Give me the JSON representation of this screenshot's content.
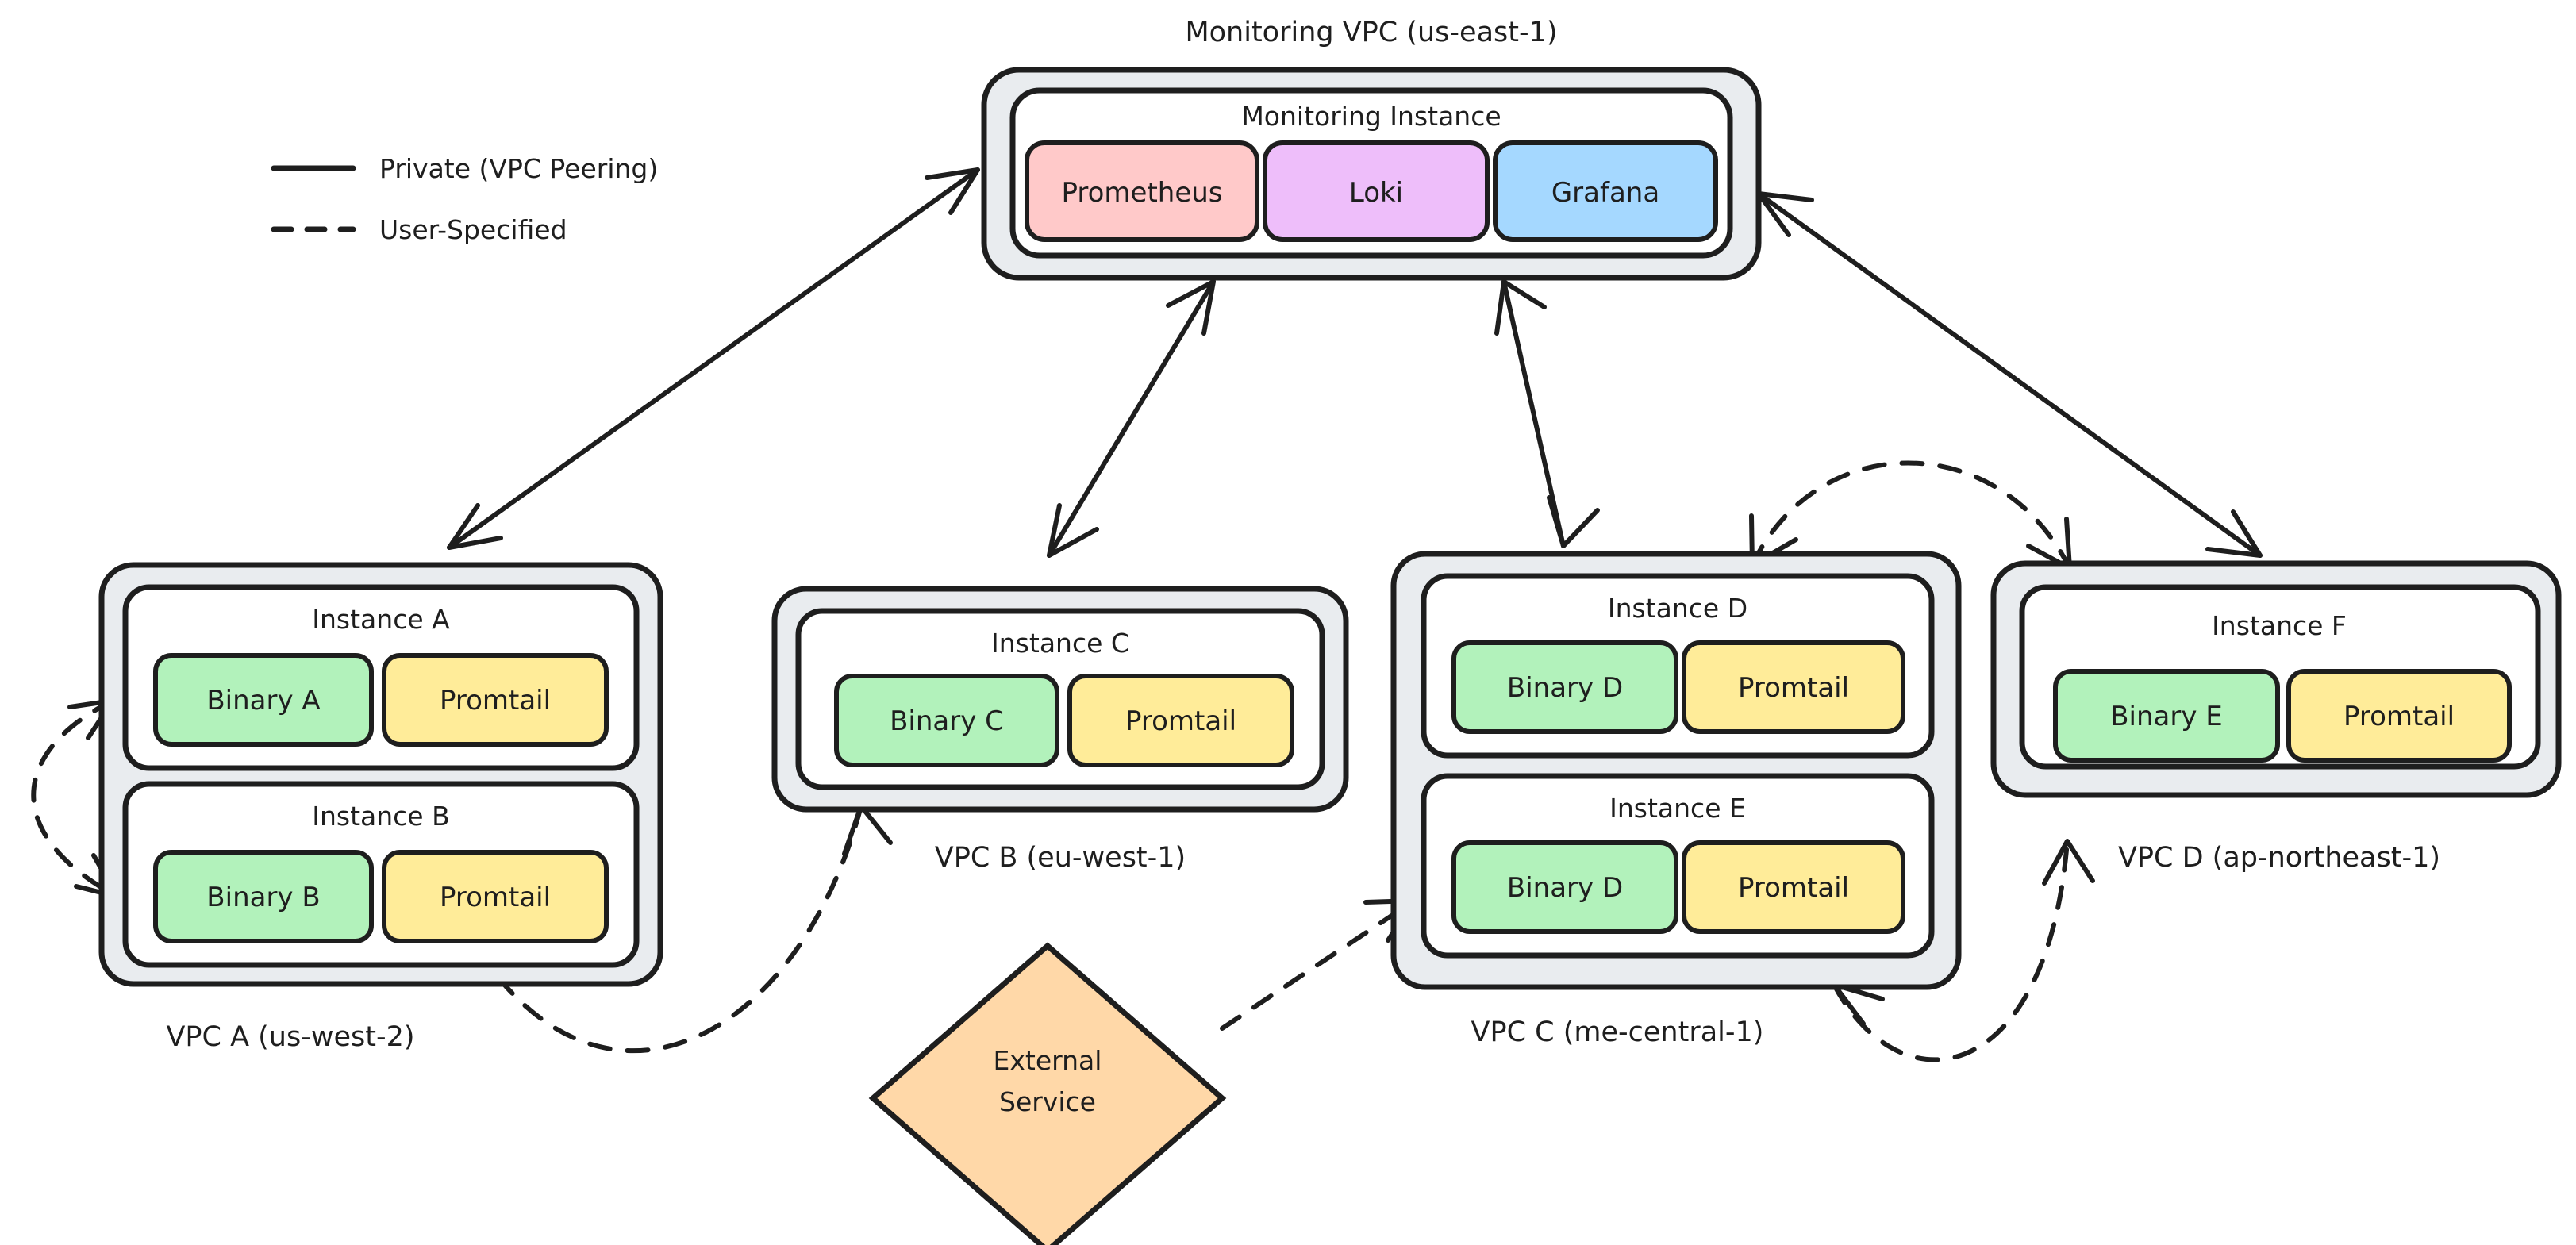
{
  "diagram": {
    "title_monitoring_vpc": "Monitoring VPC (us-east-1)",
    "legend": {
      "items": [
        {
          "style": "solid",
          "label": "Private (VPC Peering)"
        },
        {
          "style": "dashed",
          "label": "User-Specified"
        }
      ]
    },
    "monitoring": {
      "instance_label": "Monitoring Instance",
      "services": [
        {
          "name": "Prometheus",
          "color": "#ffc9c9"
        },
        {
          "name": "Loki",
          "color": "#eebefa"
        },
        {
          "name": "Grafana",
          "color": "#a5d8ff"
        }
      ]
    },
    "vpcs": [
      {
        "id": "vpc-a",
        "label": "VPC A (us-west-2)",
        "instances": [
          {
            "name": "Instance A",
            "chips": [
              {
                "label": "Binary A",
                "color": "#b2f2bb"
              },
              {
                "label": "Promtail",
                "color": "#ffec99"
              }
            ]
          },
          {
            "name": "Instance B",
            "chips": [
              {
                "label": "Binary B",
                "color": "#b2f2bb"
              },
              {
                "label": "Promtail",
                "color": "#ffec99"
              }
            ]
          }
        ]
      },
      {
        "id": "vpc-b",
        "label": "VPC B (eu-west-1)",
        "instances": [
          {
            "name": "Instance C",
            "chips": [
              {
                "label": "Binary C",
                "color": "#b2f2bb"
              },
              {
                "label": "Promtail",
                "color": "#ffec99"
              }
            ]
          }
        ]
      },
      {
        "id": "vpc-c",
        "label": "VPC C (me-central-1)",
        "instances": [
          {
            "name": "Instance D",
            "chips": [
              {
                "label": "Binary D",
                "color": "#b2f2bb"
              },
              {
                "label": "Promtail",
                "color": "#ffec99"
              }
            ]
          },
          {
            "name": "Instance E",
            "chips": [
              {
                "label": "Binary D",
                "color": "#b2f2bb"
              },
              {
                "label": "Promtail",
                "color": "#ffec99"
              }
            ]
          }
        ]
      },
      {
        "id": "vpc-d",
        "label": "VPC D (ap-northeast-1)",
        "instances": [
          {
            "name": "Instance F",
            "chips": [
              {
                "label": "Binary E",
                "color": "#b2f2bb"
              },
              {
                "label": "Promtail",
                "color": "#ffec99"
              }
            ]
          }
        ]
      }
    ],
    "external": {
      "line1": "External",
      "line2": "Service",
      "color": "#ffd8a8"
    },
    "connections": [
      {
        "from": "monitoring-vpc",
        "to": "vpc-a",
        "style": "solid",
        "direction": "both"
      },
      {
        "from": "monitoring-vpc",
        "to": "vpc-b",
        "style": "solid",
        "direction": "both"
      },
      {
        "from": "monitoring-vpc",
        "to": "vpc-c",
        "style": "solid",
        "direction": "both"
      },
      {
        "from": "monitoring-vpc",
        "to": "vpc-d",
        "style": "solid",
        "direction": "both"
      },
      {
        "from": "instance-a",
        "to": "instance-b",
        "style": "dashed",
        "direction": "both"
      },
      {
        "from": "vpc-b",
        "to": "vpc-a",
        "style": "dashed",
        "direction": "both"
      },
      {
        "from": "vpc-c",
        "to": "vpc-d",
        "style": "dashed",
        "direction": "both"
      },
      {
        "from": "vpc-d",
        "to": "vpc-c",
        "style": "dashed",
        "direction": "both"
      },
      {
        "from": "external-service",
        "to": "vpc-c",
        "style": "dashed",
        "direction": "to"
      }
    ],
    "colors": {
      "vpc_fill": "#e9ecef",
      "instance_fill": "#ffffff",
      "stroke": "#1e1e1e",
      "binary": "#b2f2bb",
      "promtail": "#ffec99",
      "prometheus": "#ffc9c9",
      "loki": "#eebefa",
      "grafana": "#a5d8ff",
      "external": "#ffd8a8"
    }
  }
}
